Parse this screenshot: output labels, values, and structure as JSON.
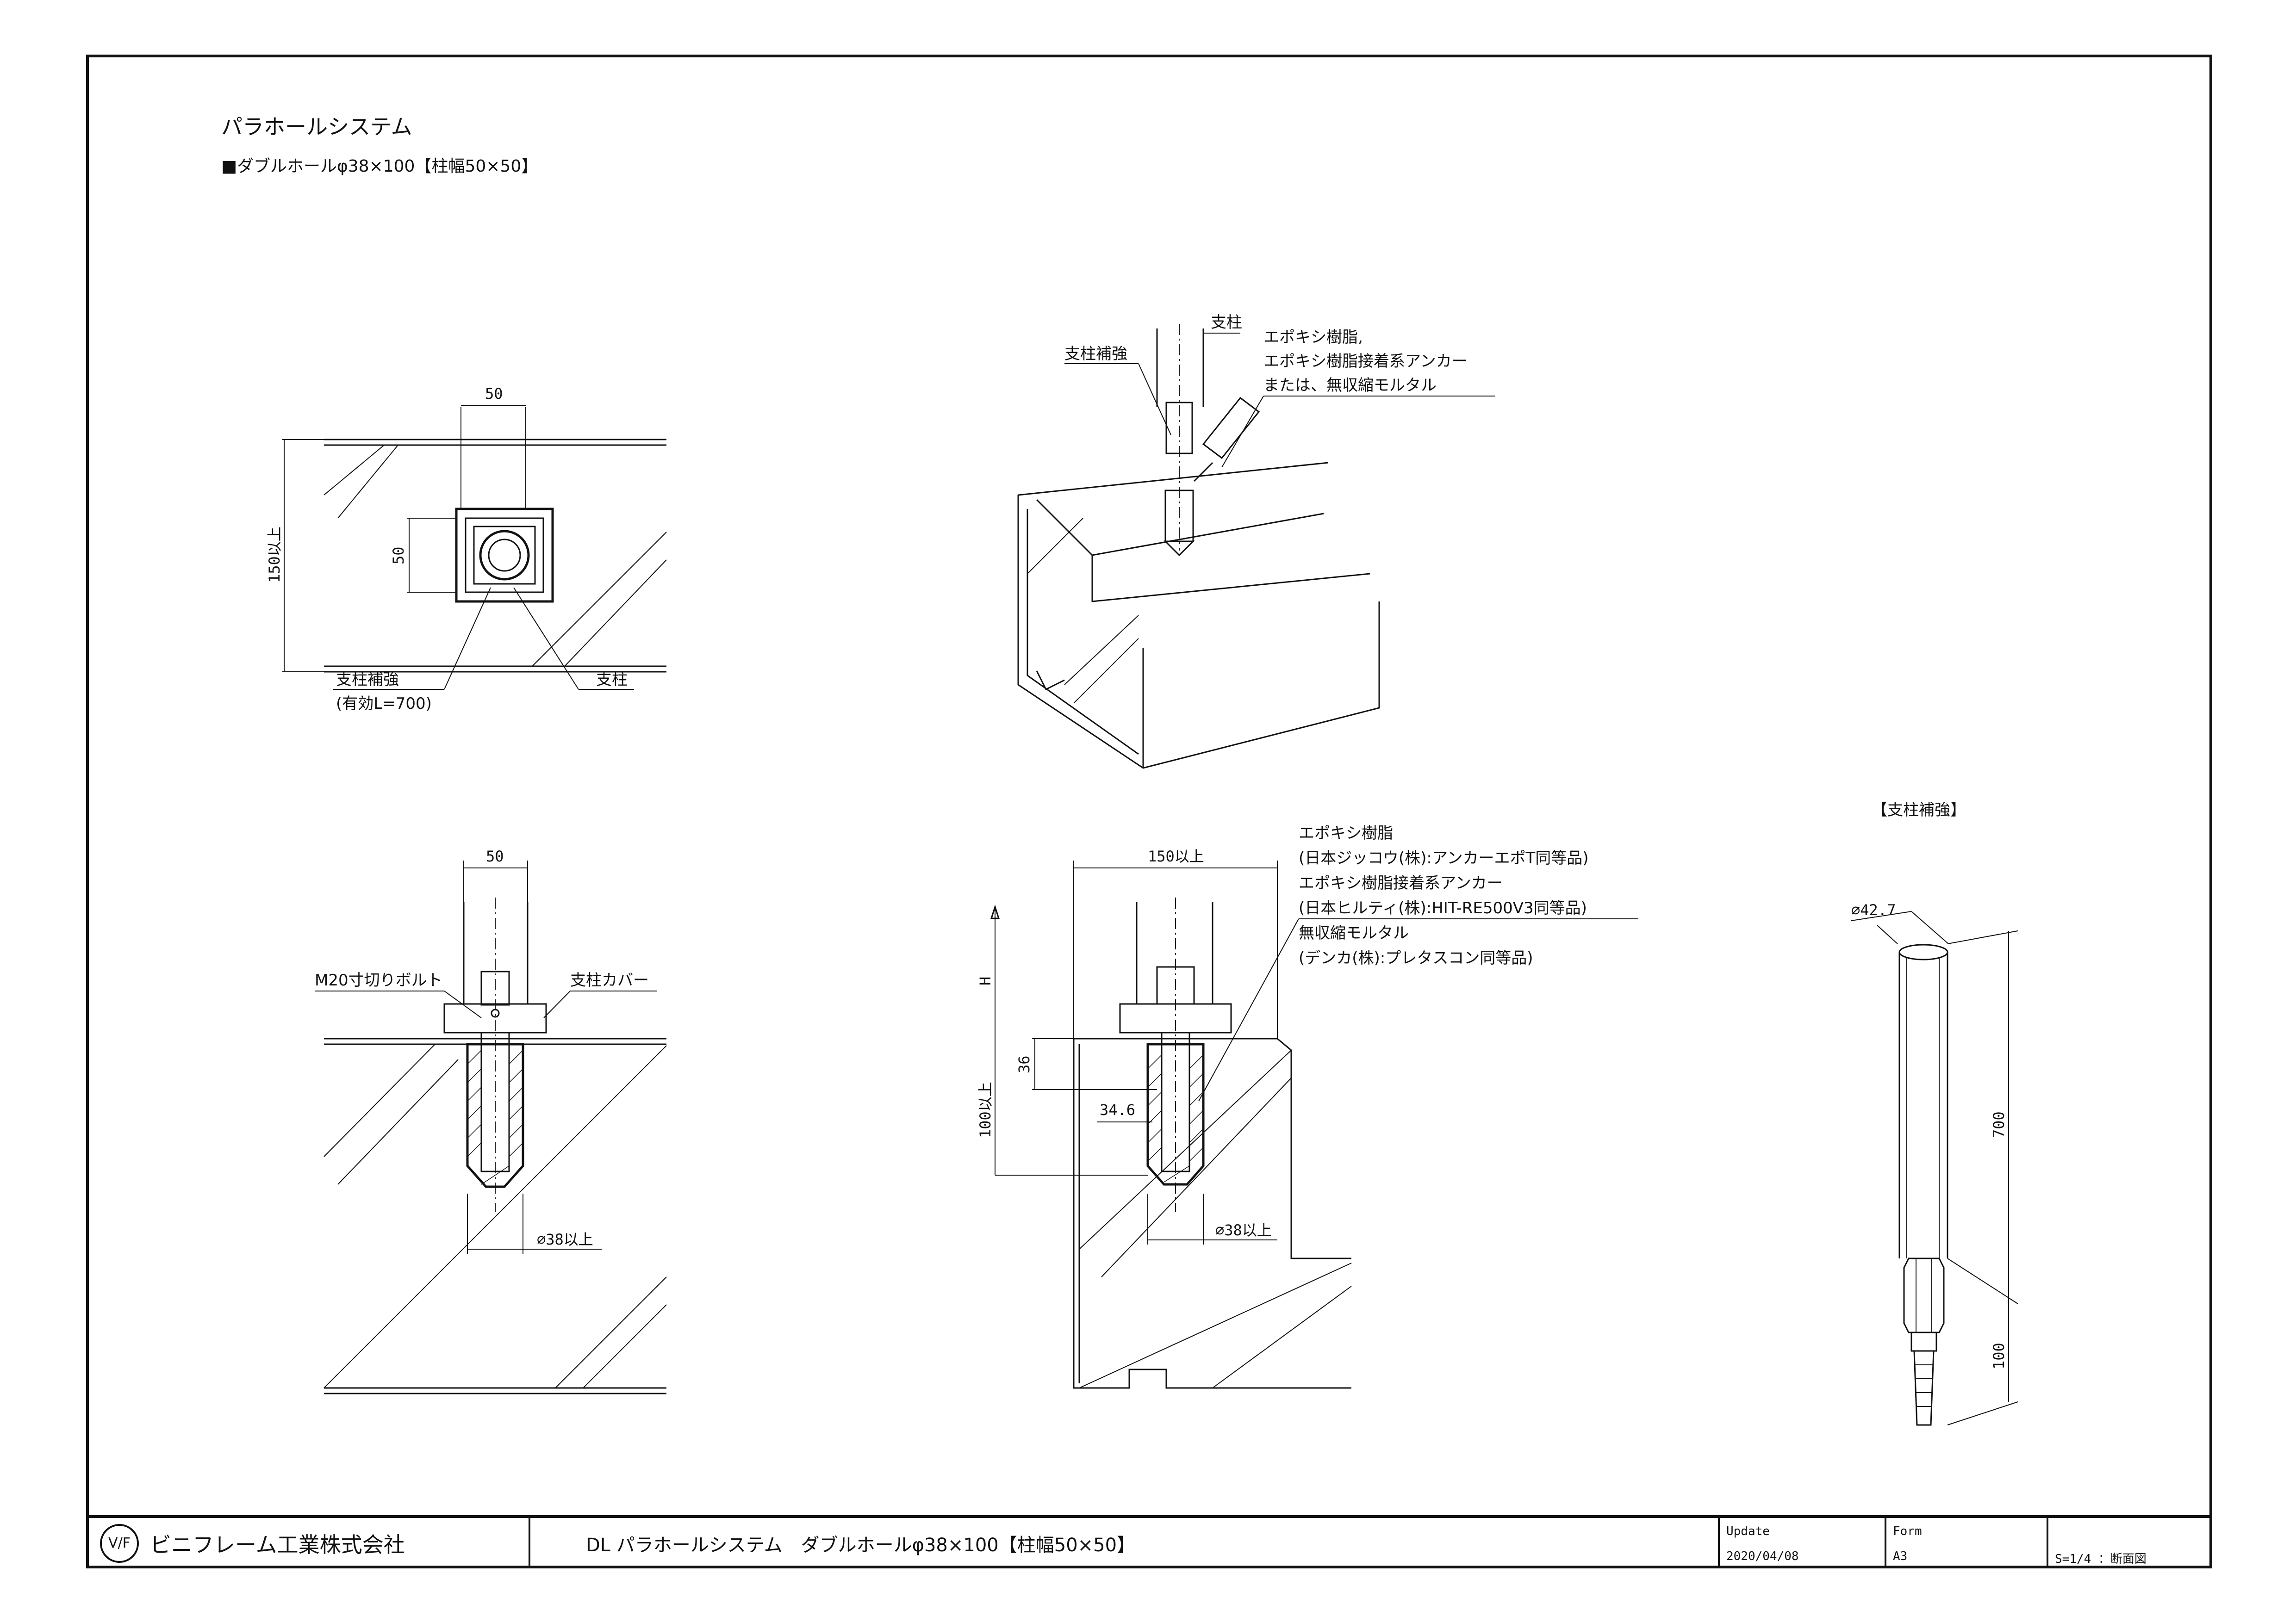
{
  "header": {
    "title": "パラホールシステム",
    "subtitle": "■ダブルホールφ38×100【柱幅50×50】"
  },
  "plan_view": {
    "dim_top": "50",
    "dim_side": "50",
    "dim_height": "150以上",
    "label_reinforce": "支柱補強",
    "label_reinforce_note": "(有効L=700)",
    "label_post": "支柱"
  },
  "iso_view": {
    "label_post": "支柱",
    "label_reinforce": "支柱補強",
    "label_epoxy_1": "エポキシ樹脂,",
    "label_epoxy_2": "エポキシ樹脂接着系アンカー",
    "label_epoxy_3": "または、無収縮モルタル"
  },
  "section_left": {
    "dim_top": "50",
    "label_bolt": "M20寸切りボルト",
    "label_cover": "支柱カバー",
    "dim_hole": "⌀38以上"
  },
  "section_right": {
    "dim_top": "150以上",
    "dim_h": "H",
    "dim_36": "36",
    "dim_depth": "100以上",
    "dim_346": "34.6",
    "dim_hole": "⌀38以上",
    "notes": [
      "エポキシ樹脂",
      "(日本ジッコウ(株):アンカーエポT同等品)",
      "エポキシ樹脂接着系アンカー",
      "(日本ヒルティ(株):HIT-RE500V3同等品)",
      "無収縮モルタル",
      "(デンカ(株):プレタスコン同等品)"
    ]
  },
  "reinforcement": {
    "title": "【支柱補強】",
    "dim_dia": "⌀42.7",
    "dim_700": "700",
    "dim_100": "100"
  },
  "title_block": {
    "company": "ビニフレーム工業株式会社",
    "drawing_name": "DL パラホールシステム　ダブルホールφ38×100【柱幅50×50】",
    "update_label": "Update",
    "update_value": "2020/04/08",
    "form_label": "Form",
    "form_value": "A3",
    "scale": "S=1/4 ：断面図"
  }
}
